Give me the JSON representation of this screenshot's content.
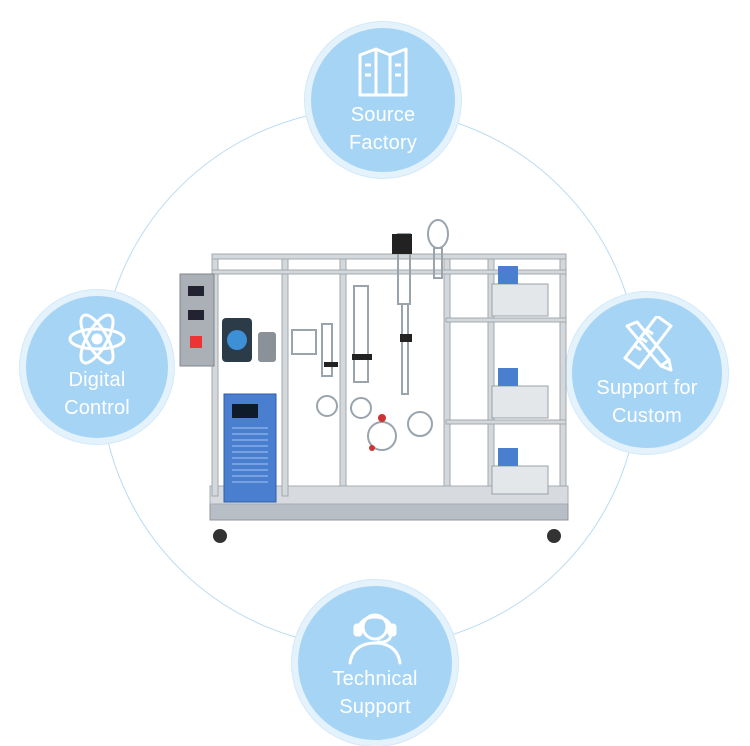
{
  "nodes": {
    "top": {
      "label_line1": "Source",
      "label_line2": "Factory",
      "icon": "factory-building-icon"
    },
    "left": {
      "label_line1": "Digital",
      "label_line2": "Control",
      "icon": "atom-icon"
    },
    "right": {
      "label_line1": "Support for",
      "label_line2": "Custom",
      "icon": "pencil-ruler-icon"
    },
    "bottom": {
      "label_line1": "Technical",
      "label_line2": "Support",
      "icon": "headset-agent-icon"
    }
  },
  "colors": {
    "node_fill": "#a6d4f5",
    "ring": "#b9dbf2",
    "frame_metal": "#c9ced3",
    "chiller_blue": "#4a7fd0"
  },
  "image": {
    "subject": "short-path-distillation-apparatus-illustration"
  }
}
